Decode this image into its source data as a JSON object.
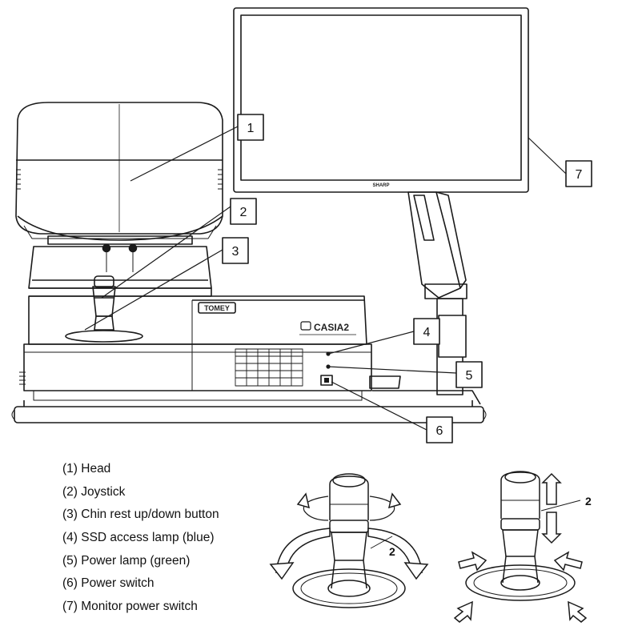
{
  "callouts": [
    {
      "number": "1"
    },
    {
      "number": "2"
    },
    {
      "number": "3"
    },
    {
      "number": "4"
    },
    {
      "number": "5"
    },
    {
      "number": "6"
    },
    {
      "number": "7"
    }
  ],
  "brand": {
    "monitor": "SHARP",
    "maker": "TOMEY",
    "model": "CASIA2"
  },
  "legend": [
    "(1) Head",
    "(2) Joystick",
    "(3) Chin rest up/down button",
    "(4) SSD access lamp (blue)",
    "(5) Power lamp (green)",
    "(6) Power switch",
    "(7) Monitor power switch"
  ],
  "joystick_labels": {
    "rotate": "2",
    "vertical": "2"
  }
}
